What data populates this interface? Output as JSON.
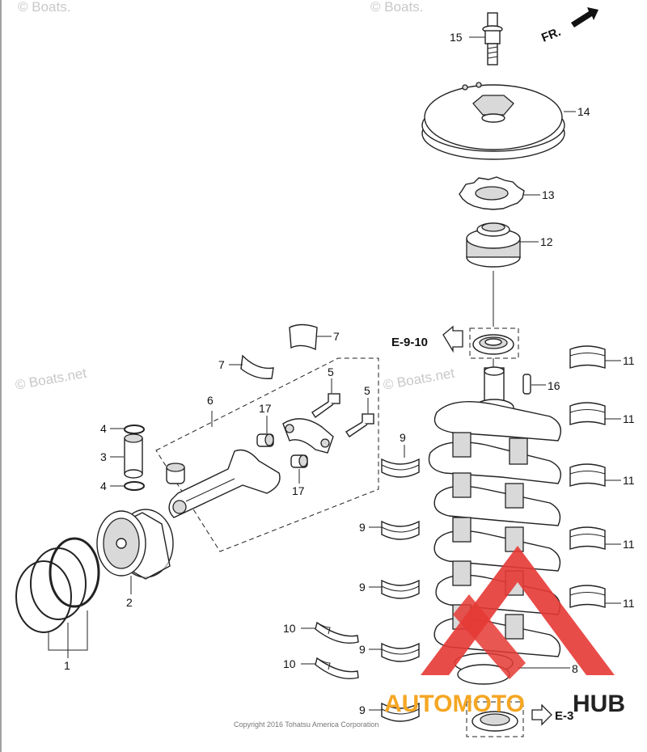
{
  "watermarks": {
    "top_left": "© Boats.",
    "top_right": "© Boats.",
    "mid_left": "© Boats.net",
    "mid_right": "© Boats.net"
  },
  "direction": "FR.",
  "callouts": {
    "c1": "1",
    "c2": "2",
    "c3": "3",
    "c4a": "4",
    "c4b": "4",
    "c5a": "5",
    "c5b": "5",
    "c6": "6",
    "c7a": "7",
    "c7b": "7",
    "c8": "8",
    "c9a": "9",
    "c9b": "9",
    "c9c": "9",
    "c9d": "9",
    "c9e": "9",
    "c10a": "10",
    "c10b": "10",
    "c11a": "11",
    "c11b": "11",
    "c11c": "11",
    "c11d": "11",
    "c11e": "11",
    "c12": "12",
    "c13": "13",
    "c14": "14",
    "c15": "15",
    "c16": "16",
    "c17a": "17",
    "c17b": "17"
  },
  "references": {
    "upper": "E-9-10",
    "lower": "E-3"
  },
  "copyright": "Copyright 2016 Tohatsu America Corporation",
  "logo": {
    "part1": "AUTOMOTO",
    "part2": "HUB",
    "color_red": "#e53935",
    "color_gold": "#f5a623",
    "color_dark": "#222222"
  }
}
